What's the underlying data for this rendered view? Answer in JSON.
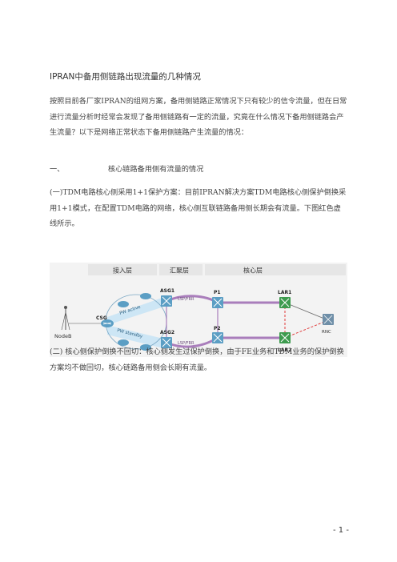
{
  "document": {
    "title": "IPRAN中备用侧链路出现流量的几种情况",
    "intro": "按照目前各厂家IPRAN的组网方案，备用侧链路正常情况下只有较少的信令流量，但在日常进行流量分析时经常会发现了备用侧链路有一定的流量，究竟在什么情况下备用侧链路会产生流量？以下是网络正常状态下备用侧链路产生流量的情况：",
    "section1": {
      "number": "一、",
      "heading": "核心链路备用侧有流量的情况"
    },
    "para1": "(一)TDM电路核心侧采用1+1保护方案：目前IPRAN解决方案TDM电路核心侧保护倒换采用1+1模式，在配置TDM电路的网络，核心侧互联链路备用侧长期会有流量。下图红色虚线所示。",
    "para2": "(二) 核心侧保护倒换不回切：核心侧发生过保护倒换，由于FE业务和TDM业务的保护倒换方案均不做回切，核心链路备用侧会长期有流量。",
    "page_number": "- 1 -"
  },
  "diagram": {
    "layers": {
      "access": "接入层",
      "aggregation": "汇聚层",
      "core": "核心层"
    },
    "nodes": {
      "nodeb": "NodeB",
      "csg": "CSG",
      "asg1": "ASG1",
      "asg2": "ASG2",
      "p1": "P1",
      "p2": "P2",
      "lar1": "LAR1",
      "lar2": "LAR2",
      "rnc": "RNC"
    },
    "links": {
      "pw_active": "PW active",
      "pw_standby": "PW standby",
      "lsp1": "LSP/FRR",
      "lsp2": "LSP/FRR"
    },
    "colors": {
      "background": "#f3f3f3",
      "layer_bar": "#e6e6e6",
      "purple_link": "#a97dbb",
      "pw_band": "#c6e3f4",
      "router_blue": "#5b9ec4",
      "router_green": "#3d9b4e",
      "red_dash": "#e03a3a"
    }
  }
}
